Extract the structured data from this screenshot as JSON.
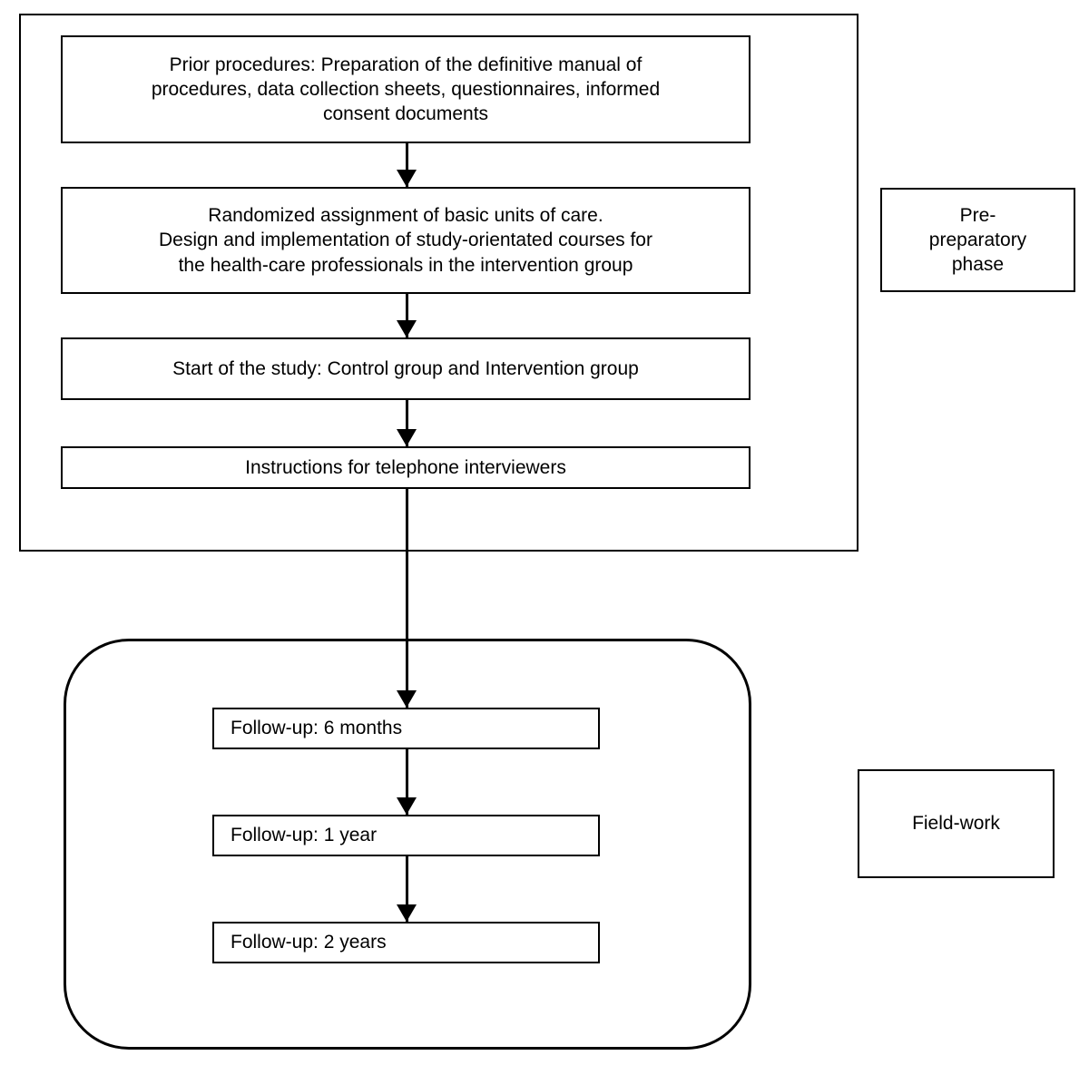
{
  "diagram": {
    "title": "Study design flow diagram",
    "background_color": "#ffffff",
    "line_color": "#000000",
    "text_color": "#000000"
  },
  "phases": [
    {
      "id": "pre-preparatory",
      "label": "Pre-\npreparatory\nphase",
      "container_shape": "rectangle"
    },
    {
      "id": "field-work",
      "label": "Field-work",
      "container_shape": "rounded-rectangle"
    }
  ],
  "preparatory_steps": [
    {
      "id": "prior-procedures",
      "text": "Prior procedures: Preparation of the definitive manual of\nprocedures, data collection sheets, questionnaires, informed\nconsent documents"
    },
    {
      "id": "randomized-assignment",
      "text": "Randomized assignment of basic units of care.\nDesign and implementation of study-orientated courses for\nthe health-care professionals in the intervention group"
    },
    {
      "id": "start-of-study",
      "text": "Start of the study: Control group and Intervention group"
    },
    {
      "id": "interviewer-instructions",
      "text": "Instructions for telephone interviewers"
    }
  ],
  "followup_steps": [
    {
      "id": "followup-6-months",
      "text": "Follow-up: 6 months"
    },
    {
      "id": "followup-1-year",
      "text": "Follow-up: 1 year"
    },
    {
      "id": "followup-2-years",
      "text": "Follow-up: 2 years"
    }
  ]
}
